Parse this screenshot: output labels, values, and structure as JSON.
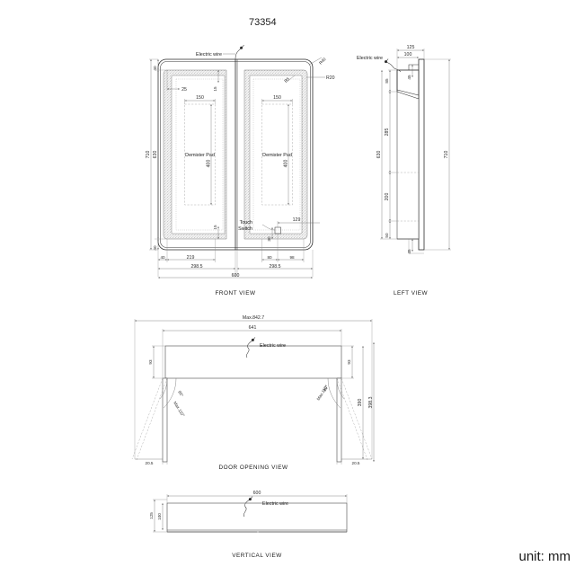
{
  "document": {
    "title": "73354",
    "unit_note": "unit: mm",
    "drawing_type": "orthographic-technical-drawing"
  },
  "views": {
    "front": {
      "name": "FRONT VIEW",
      "labels": {
        "electric_wire": "Electric wire",
        "demister_pad_left": "Demister Pad",
        "demister_pad_right": "Demister Pad",
        "touch_switch": "Touch Switch"
      },
      "radii": {
        "outer": "R40",
        "inner": "R20",
        "pad_corner": "R5"
      },
      "dimensions": {
        "overall_height": "710",
        "inner_height": "630",
        "top_offset": "40",
        "bottom_offset": "40",
        "mirror_inset_left": "25",
        "mirror_inset_top": "15",
        "mirror_inset_bottom": "15",
        "demister_width_left": "150",
        "demister_height_left": "400",
        "demister_width_right": "150",
        "demister_height_right": "400",
        "touch_switch_height": "30",
        "touch_switch_from_right": "129",
        "chain_a": "40",
        "chain_b": "219",
        "chain_c": "80",
        "chain_d": "98",
        "door_left": "298.5",
        "door_right": "298.5",
        "overall_width": "600"
      }
    },
    "left": {
      "name": "LEFT VIEW",
      "labels": {
        "electric_wire": "Electric wire"
      },
      "dimensions": {
        "top_width": "125",
        "top_inner_width": "100",
        "top_step": "45",
        "upper_section": "85",
        "mid_section": "285",
        "side_total": "630",
        "shelf_gap": "200",
        "lower_section": "50",
        "bottom_step": "45",
        "overall_height": "710"
      }
    },
    "door_opening": {
      "name": "DOOR  OPENING  VIEW",
      "labels": {
        "electric_wire": "Electric wire"
      },
      "dimensions": {
        "max_overall": "Max.842.7",
        "body_width": "641",
        "depth_left": "93",
        "depth_right": "93",
        "angle_min": "90°",
        "angle_max": "Max.110°",
        "angle_min_right": "90°",
        "angle_max_right": "Max.110°",
        "swing_left": "20.5",
        "swing_right": "20.5",
        "door_height": "390",
        "door_height_total": "398.3"
      }
    },
    "vertical": {
      "name": "VERTICAL VIEW",
      "labels": {
        "electric_wire": "Electric wire"
      },
      "dimensions": {
        "width": "600",
        "height_outer": "125",
        "height_inner": "100"
      }
    }
  },
  "colors": {
    "line": "#3a3a3a",
    "dimension": "#6a6a6a",
    "hidden": "#9a9a9a",
    "text": "#1a1a1a",
    "background": "#ffffff"
  }
}
